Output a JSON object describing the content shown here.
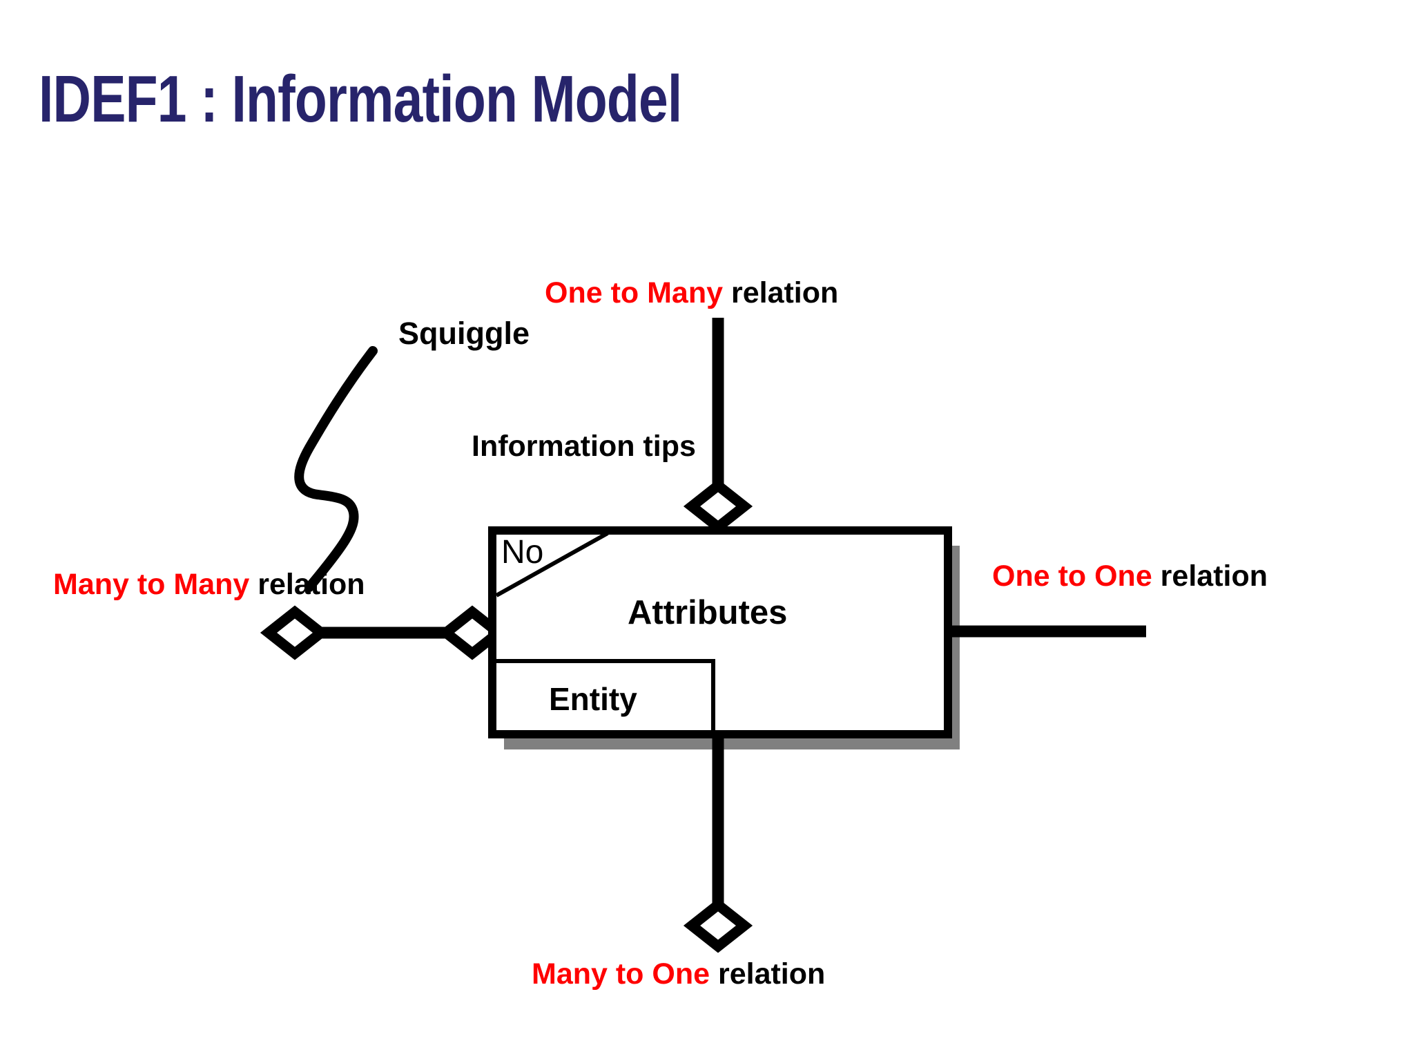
{
  "slide": {
    "title": "IDEF1 : Information Model",
    "title_color": "#27246B",
    "background_color": "#FFFFFF"
  },
  "palette": {
    "accent_red": "#FF0000",
    "line_black": "#000000",
    "shadow_gray": "#808080",
    "title_navy": "#27246B"
  },
  "entity_box": {
    "corner_label": "No",
    "attributes_label": "Attributes",
    "entity_label": "Entity",
    "fill": "#FFFFFF",
    "border_color": "#000000",
    "shadow_color": "#808080"
  },
  "annotations": {
    "squiggle_label": "Squiggle",
    "information_tips_label": "Information tips"
  },
  "relations": [
    {
      "id": "one-to-many",
      "emphasis": "One to Many",
      "suffix": " relation",
      "emphasis_color": "#FF0000",
      "suffix_color": "#000000",
      "side": "top",
      "connector": "diamond-at-box"
    },
    {
      "id": "many-to-many",
      "emphasis": "Many to Many",
      "suffix": " relation",
      "emphasis_color": "#FF0000",
      "suffix_color": "#000000",
      "side": "left",
      "connector": "diamond-both-ends"
    },
    {
      "id": "one-to-one",
      "emphasis": "One to One",
      "suffix": " relation",
      "emphasis_color": "#FF0000",
      "suffix_color": "#000000",
      "side": "right",
      "connector": "plain-line"
    },
    {
      "id": "many-to-one",
      "emphasis": "Many to One",
      "suffix": " relation",
      "emphasis_color": "#FF0000",
      "suffix_color": "#000000",
      "side": "bottom",
      "connector": "diamond-at-far-end"
    }
  ]
}
